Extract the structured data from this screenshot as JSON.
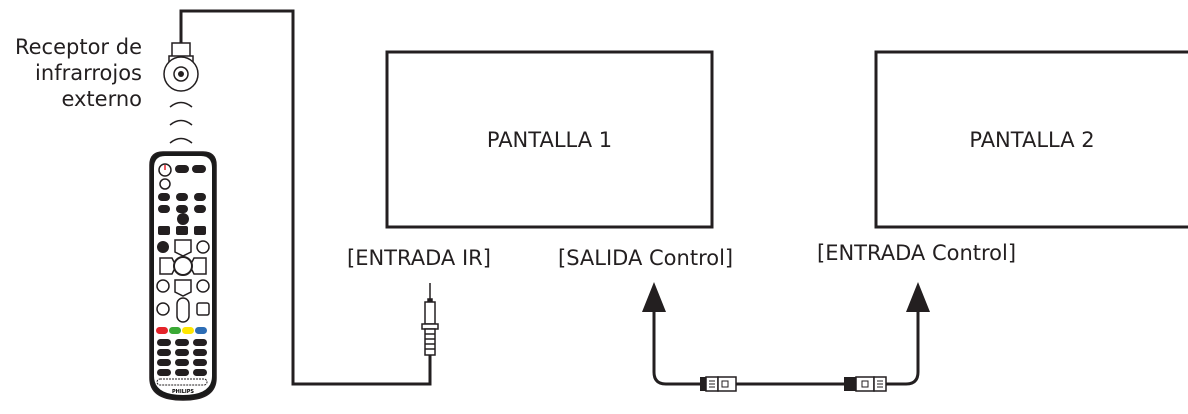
{
  "receiver": {
    "line1": "Receptor de",
    "line2": "infrarrojos",
    "line3": "externo"
  },
  "display1": {
    "title": "PANTALLA 1"
  },
  "display2": {
    "title": "PANTALLA 2"
  },
  "ports": {
    "ir_in": "[ENTRADA IR]",
    "control_out": "[SALIDA Control]",
    "control_in": "[ENTRADA Control]"
  },
  "remote": {
    "brand": "PHILIPS"
  },
  "colors": {
    "line": "#231f20",
    "red": "#e4232a",
    "green": "#3aa935",
    "yellow": "#ffe600",
    "blue": "#2d6db5"
  }
}
